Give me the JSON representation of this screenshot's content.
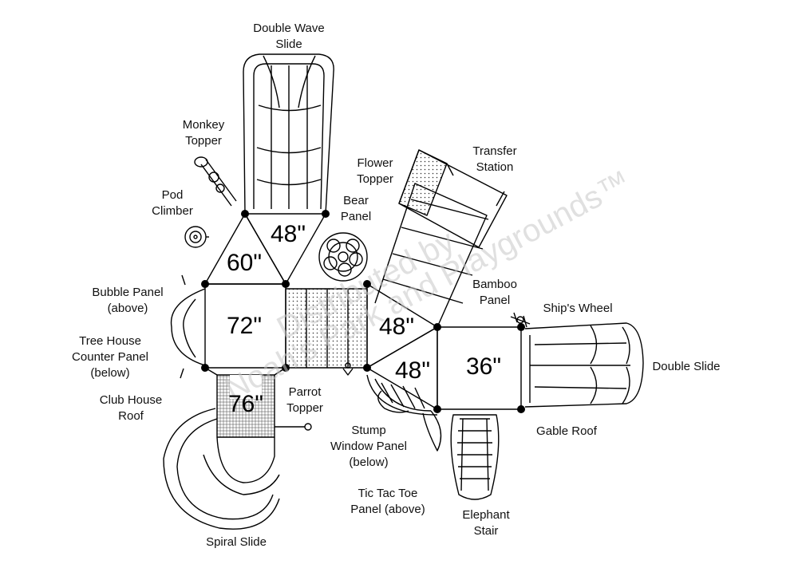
{
  "labels": {
    "double_wave_slide": [
      "Double Wave",
      "Slide"
    ],
    "monkey_topper": [
      "Monkey",
      "Topper"
    ],
    "pod_climber": [
      "Pod",
      "Climber"
    ],
    "flower_topper": [
      "Flower",
      "Topper"
    ],
    "bear_panel": [
      "Bear",
      "Panel"
    ],
    "transfer_station": [
      "Transfer",
      "Station"
    ],
    "bubble_panel": [
      "Bubble Panel",
      "(above)"
    ],
    "tree_house_counter_panel": [
      "Tree House",
      "Counter Panel",
      "(below)"
    ],
    "club_house_roof": [
      "Club House",
      "Roof"
    ],
    "parrot_topper": [
      "Parrot",
      "Topper"
    ],
    "bamboo_panel": [
      "Bamboo",
      "Panel"
    ],
    "ships_wheel": [
      "Ship's Wheel"
    ],
    "double_slide": [
      "Double Slide"
    ],
    "gable_roof": [
      "Gable Roof"
    ],
    "stump_window_panel": [
      "Stump",
      "Window Panel",
      "(below)"
    ],
    "tic_tac_toe_panel": [
      "Tic Tac Toe",
      "Panel (above)"
    ],
    "elephant_stair": [
      "Elephant",
      "Stair"
    ],
    "spiral_slide": [
      "Spiral Slide"
    ]
  },
  "deck_heights": {
    "top_triangle": "48\"",
    "left_triangle": "60\"",
    "left_square": "72\"",
    "spiral_platform": "76\"",
    "upper_right_triangle": "48\"",
    "lower_right_triangle": "48\"",
    "right_square": "36\""
  },
  "watermark": {
    "line1": "Distributed by",
    "line2": "Noah's Park and Playgrounds™"
  },
  "colors": {
    "line": "#000000",
    "watermark": "#c8c8c8"
  }
}
